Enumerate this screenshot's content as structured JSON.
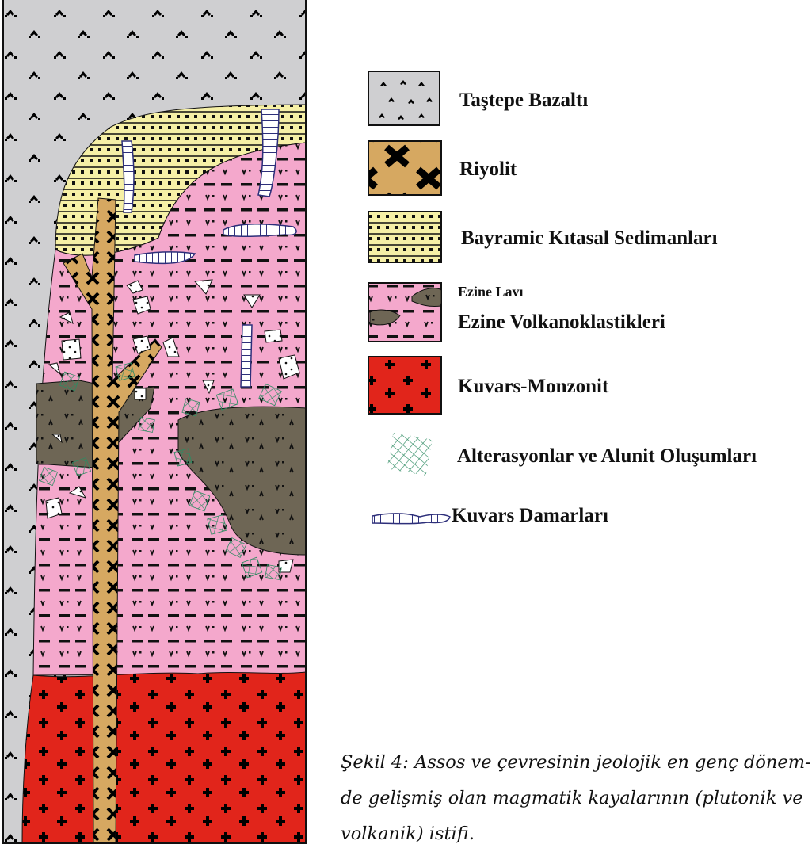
{
  "legend": {
    "tastepe": "Taştepe Bazaltı",
    "riyolit": "Riyolit",
    "bayramic": "Bayramic Kıtasal Sedimanları",
    "ezine_lavi": "Ezine Lavı",
    "ezine_volk": "Ezine Volkanoklastikleri",
    "kuvars_monzonit": "Kuvars-Monzonit",
    "alterasyon": "Alterasyonlar ve Alunit Oluşumları",
    "kuvars_damar": "Kuvars Damarları"
  },
  "caption": {
    "line1": "Şekil 4: Assos ve çevresinin jeolojik en genç dönem-",
    "line2": "de gelişmiş olan magmatik kayalarının (plutonik ve",
    "line3": "volkanik) istifi."
  },
  "colors": {
    "basalt": "#cfcfd1",
    "rhyolite": "#d6a861",
    "sediment": "#f6f0a6",
    "ezine_pink": "#f4a8cc",
    "lava_brown": "#6e6655",
    "monzonite_red": "#e1251b",
    "alteration_green": "#2e8b62",
    "vein_blue": "#2d2f7a"
  }
}
